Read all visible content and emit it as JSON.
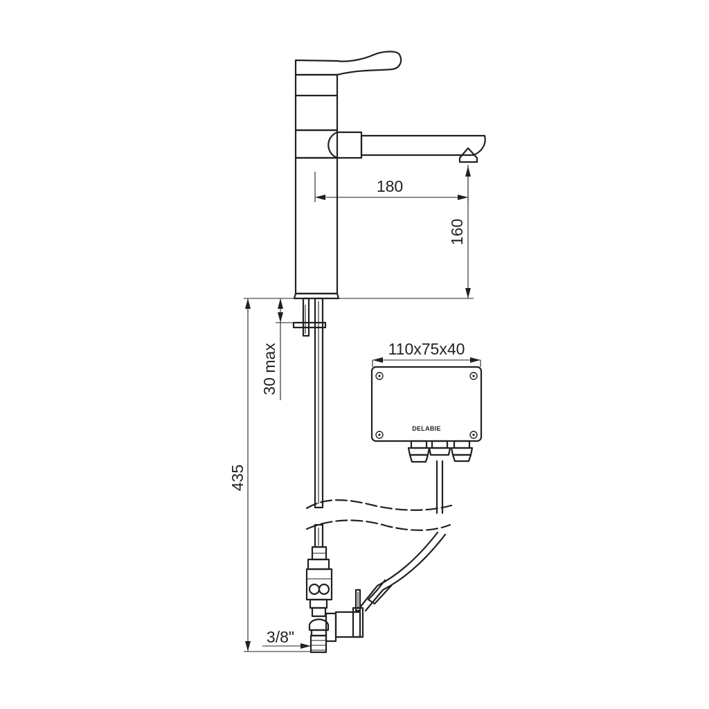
{
  "dimensions": {
    "spout_reach": "180",
    "spout_height": "160",
    "deck_thickness": "30 max",
    "total_length": "435",
    "inlet_thread": "3/8\"",
    "box_size": "110x75x40"
  },
  "control_box": {
    "brand": "DELABIE"
  }
}
